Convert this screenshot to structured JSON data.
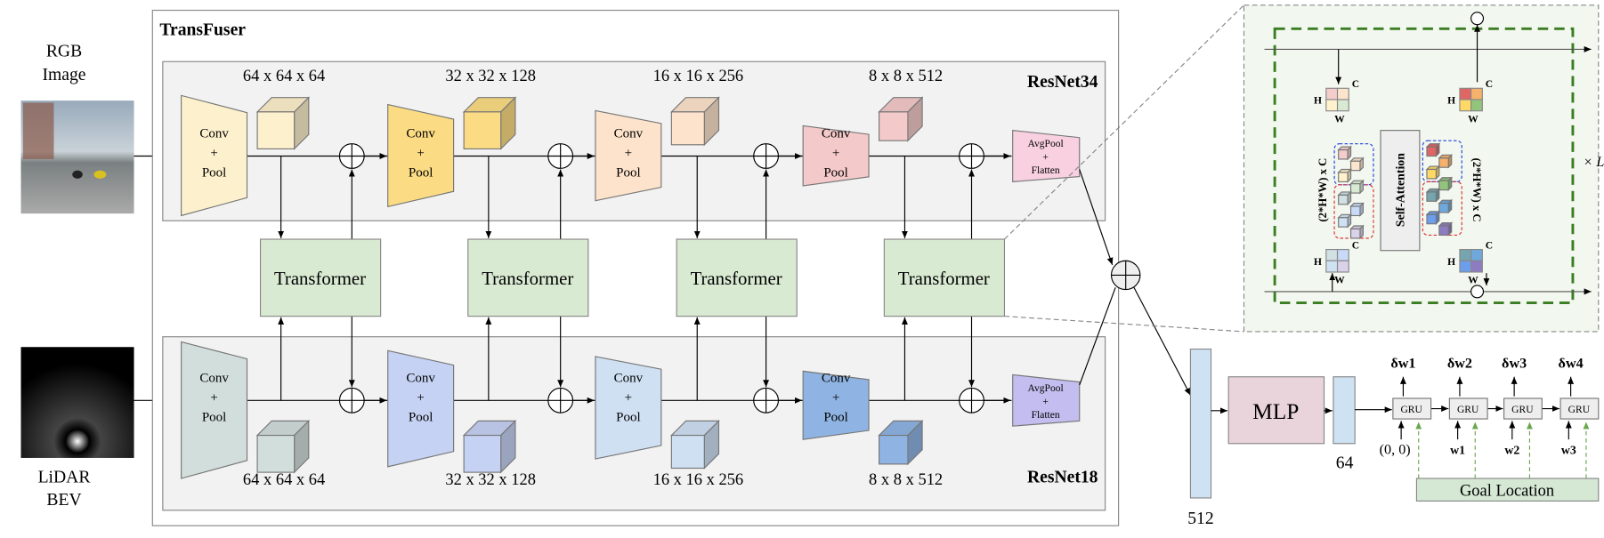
{
  "inputs": {
    "rgb": {
      "line1": "RGB",
      "line2": "Image"
    },
    "lidar": {
      "line1": "LiDAR",
      "line2": "BEV"
    }
  },
  "transfuser": {
    "title": "TransFuser",
    "image_branch": "ResNet34",
    "lidar_branch": "ResNet18",
    "conv_label": [
      "Conv",
      "+",
      "Pool"
    ],
    "pool_label": [
      "AvgPool",
      "+",
      "Flatten"
    ],
    "transformer_label": "Transformer",
    "dims": [
      "64 x 64 x 64",
      "32 x 32 x 128",
      "16 x 16 x 256",
      "8 x 8 x 512"
    ],
    "image_colors": [
      "#fdf0cc",
      "#fbdc84",
      "#fde3cb",
      "#f4c9c9",
      "#f8d0e0"
    ],
    "lidar_colors": [
      "#d2dedb",
      "#c6d2f4",
      "#cfe0f3",
      "#8fb4e3",
      "#c4bdf0"
    ]
  },
  "detail": {
    "self_attention": "Self-Attention",
    "seq_label": "(2*H*W) x C",
    "h": "H",
    "w": "W",
    "c": "C",
    "repeat": "× L"
  },
  "head": {
    "vec512": "512",
    "mlp": "MLP",
    "vec64": "64",
    "gru": "GRU",
    "outputs": [
      "δw1",
      "δw2",
      "δw3",
      "δw4"
    ],
    "step_inputs": [
      "(0, 0)",
      "w1",
      "w2",
      "w3"
    ],
    "goal": "Goal Location"
  }
}
